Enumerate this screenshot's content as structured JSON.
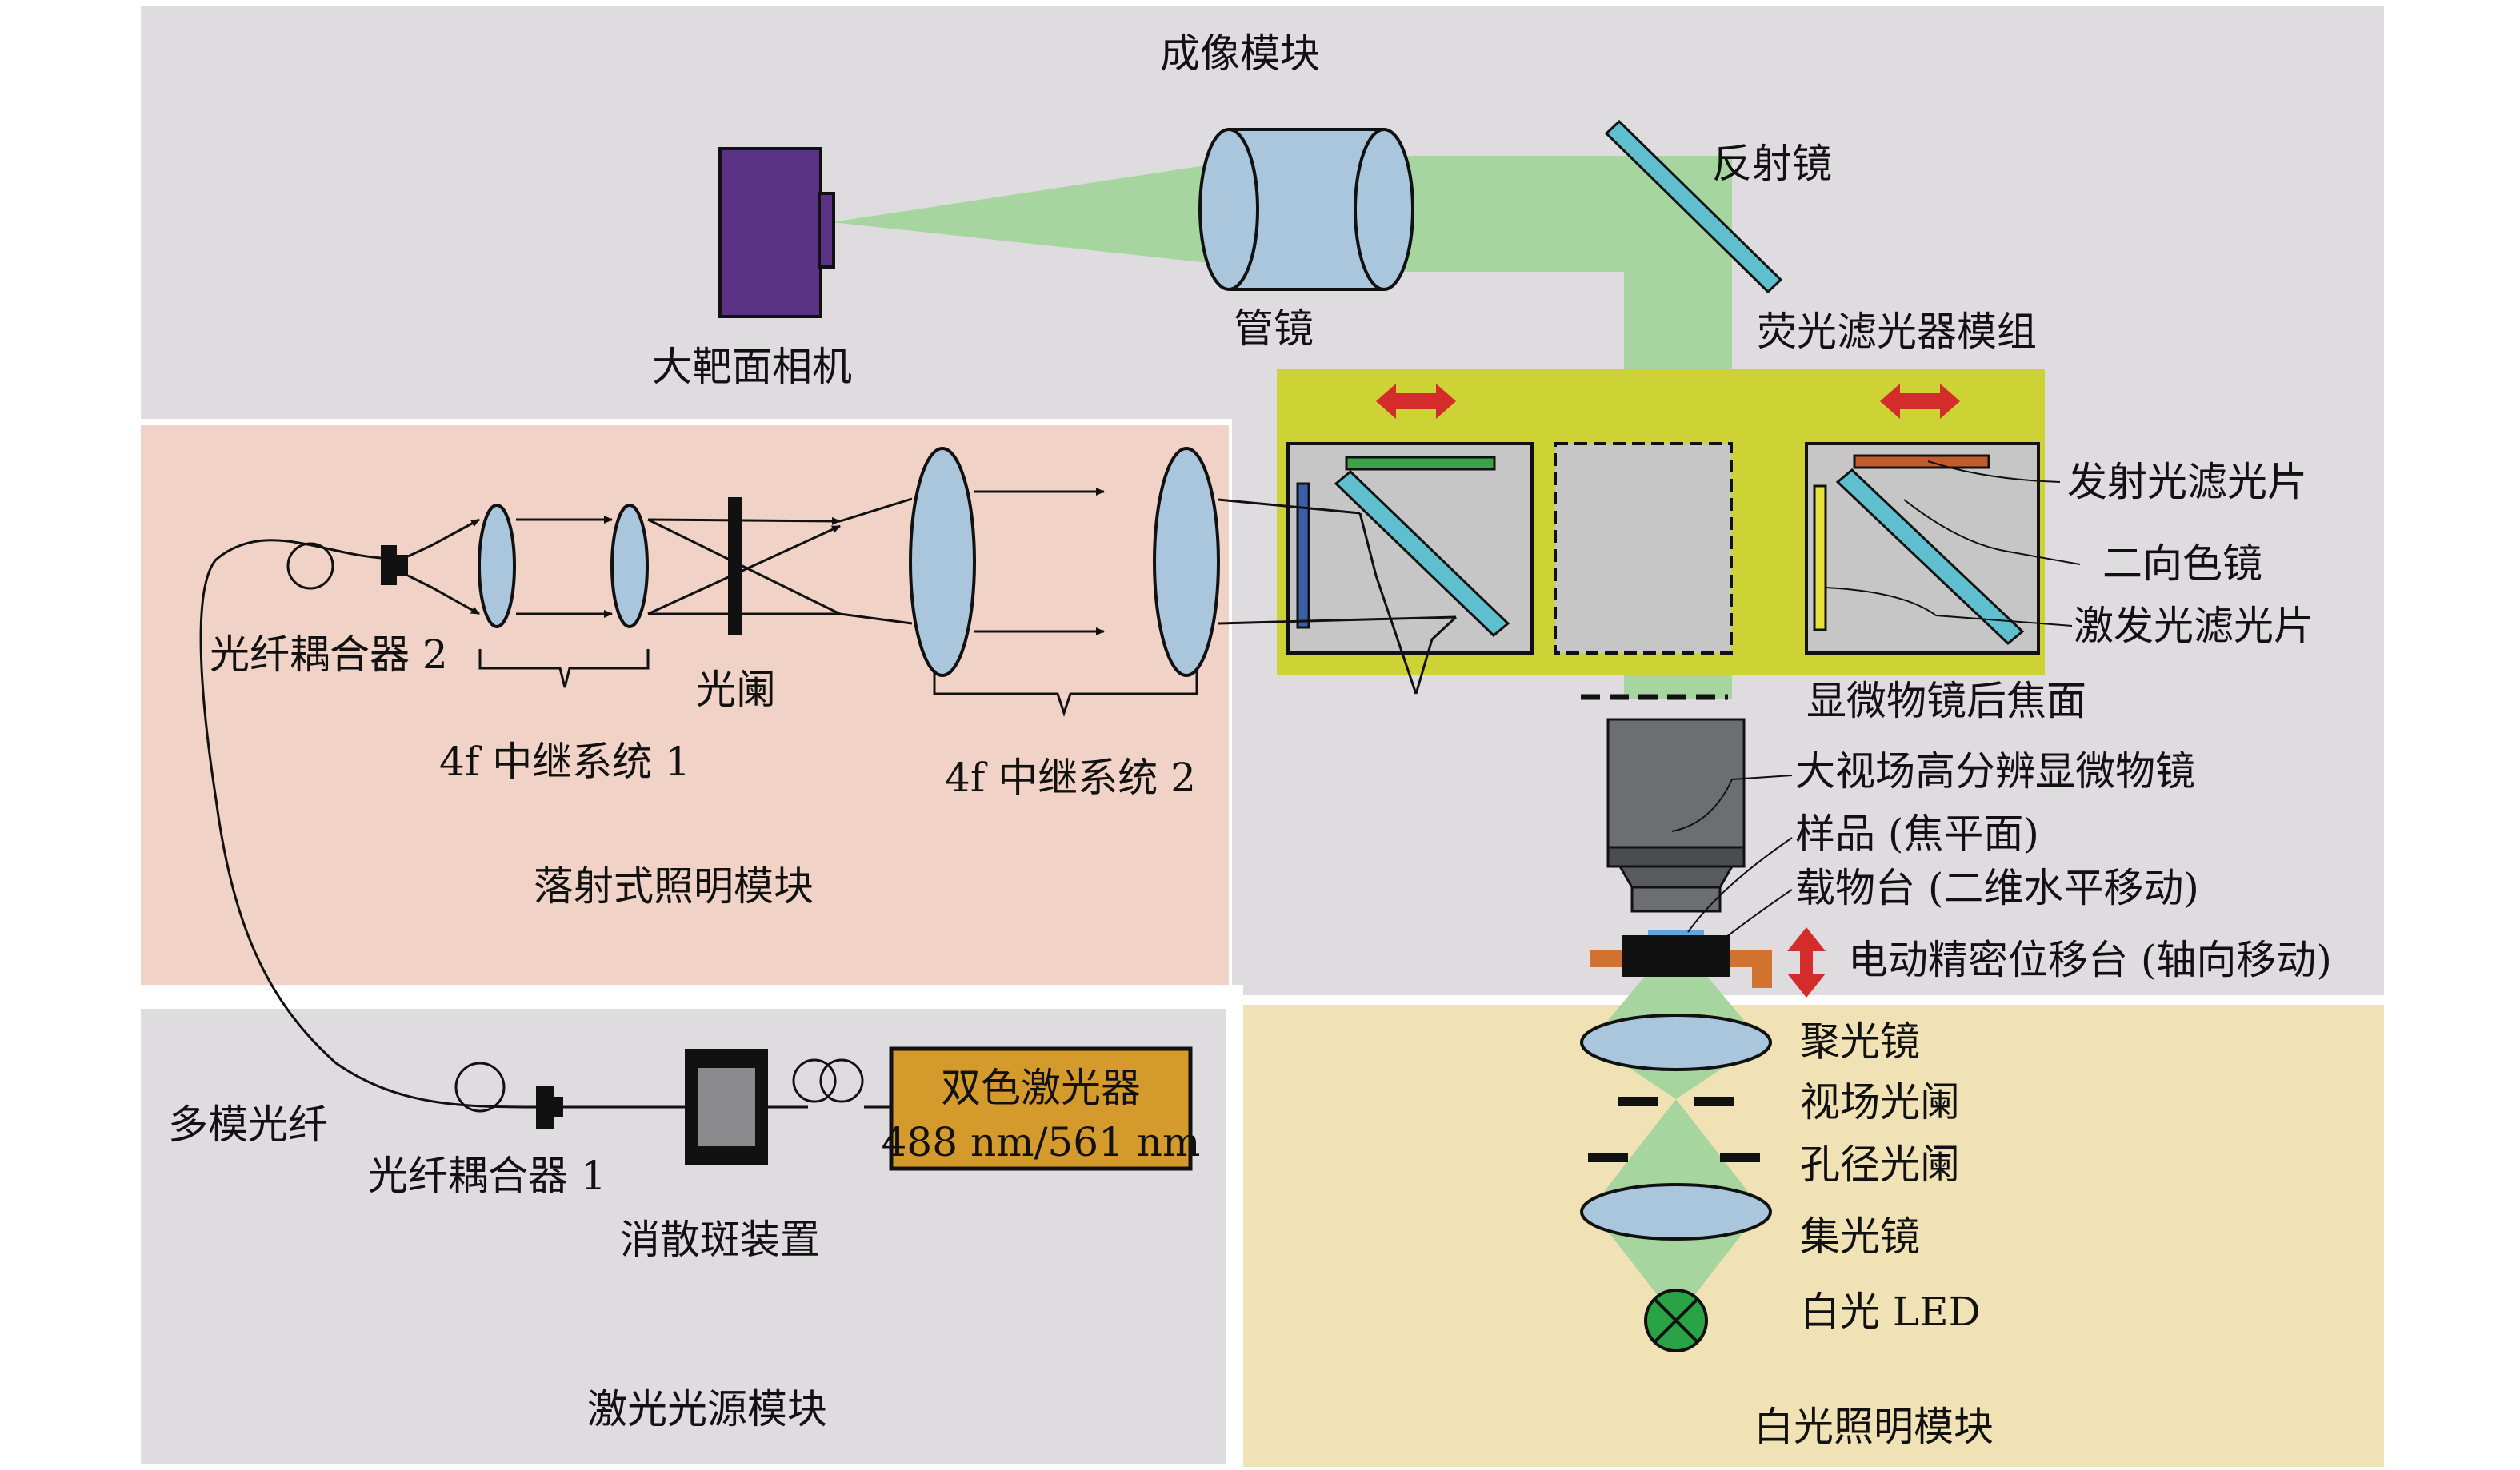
{
  "modules": {
    "imaging": "成像模块",
    "epi": "落射式照明模块",
    "laser": "激光光源模块",
    "white": "白光照明模块",
    "filter": "荧光滤光器模组"
  },
  "labels": {
    "camera": "大靶面相机",
    "tube_lens": "管镜",
    "mirror": "反射镜",
    "emission_filter": "发射光滤光片",
    "dichroic": "二向色镜",
    "excitation_filter": "激发光滤光片",
    "back_focal": "显微物镜后焦面",
    "objective": "大视场高分辨显微物镜",
    "sample": "样品 (焦平面)",
    "stage": "载物台 (二维水平移动)",
    "z_stage": "电动精密位移台 (轴向移动)",
    "condenser": "聚光镜",
    "field_stop": "视场光阑",
    "aperture_stop": "孔径光阑",
    "collector": "集光镜",
    "led": "白光 LED",
    "coupler2": "光纤耦合器 2",
    "relay1": "4f 中继系统 1",
    "pinhole": "光阑",
    "relay2": "4f 中继系统 2",
    "fiber": "多模光纤",
    "coupler1": "光纤耦合器 1",
    "despeckle": "消散斑装置",
    "laser_line1": "双色激光器",
    "laser_line2": "488 nm/561 nm"
  },
  "colors": {
    "gray_panel": "#dedcde",
    "pink_panel": "#f1d2c6",
    "yellow_panel": "#f0e2b4",
    "filter_panel": "#cdd334",
    "green_beam": "#a7d5a0",
    "lens_blue": "#a9c6dc",
    "camera_purple": "#5c3384",
    "dichroic_cyan": "#5fbfce",
    "arrow_red": "#d42b2b",
    "laser_orange": "#d49a2b",
    "stage_orange": "#d2722f"
  }
}
